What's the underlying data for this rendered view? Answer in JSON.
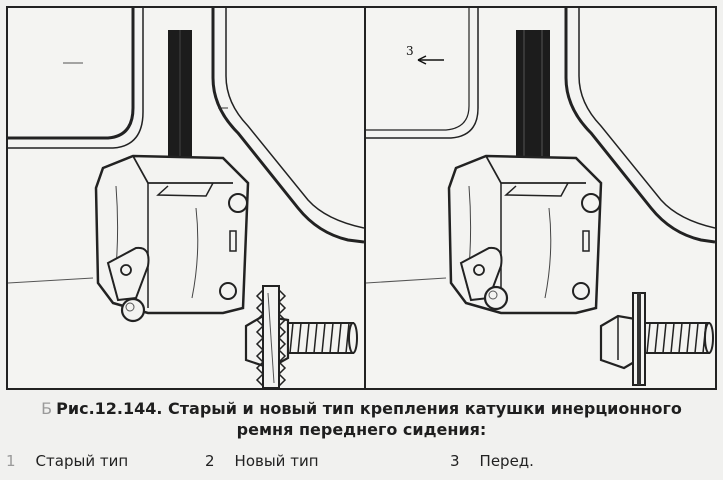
{
  "figure": {
    "callout_number": "3",
    "caption_prefix": "Б",
    "caption_line1": "Рис.12.144. Старый и новый тип крепления катушки инерционного",
    "caption_line2": "ремня переднего сидения:"
  },
  "legend": [
    {
      "number": "1",
      "label": "Старый тип"
    },
    {
      "number": "2",
      "label": "Новый тип"
    },
    {
      "number": "3",
      "label": "Перед."
    }
  ]
}
